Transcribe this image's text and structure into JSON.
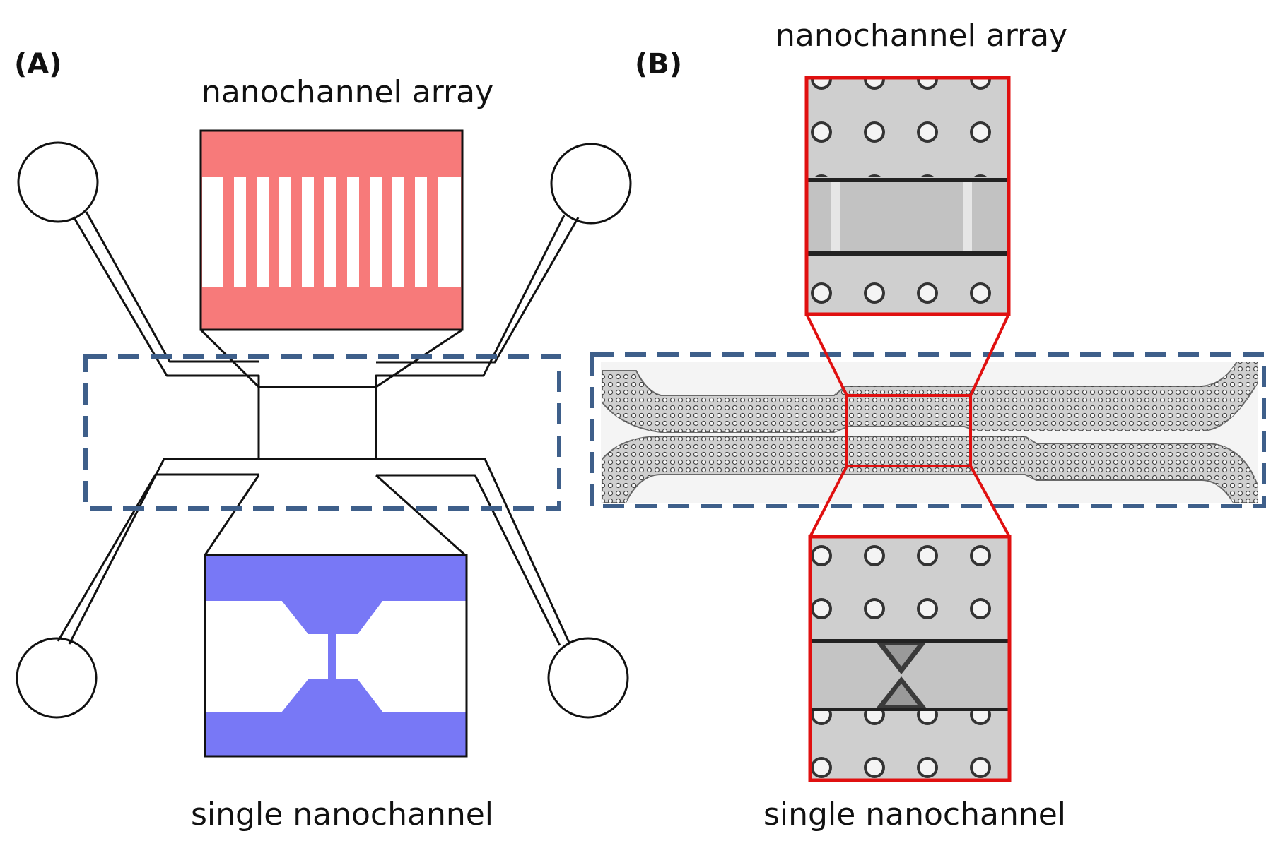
{
  "figure": {
    "panel_a": {
      "label": "(A)",
      "top_caption": "nanochannel array",
      "bottom_caption": "single nanochannel"
    },
    "panel_b": {
      "label": "(B)",
      "top_caption": "nanochannel array",
      "bottom_caption": "single nanochannel"
    },
    "colors": {
      "array_fill": "#f77a7a",
      "single_fill": "#7878f6",
      "dashed_box": "#3e5f8a",
      "zoom_box": "#e01010",
      "outline": "#111111",
      "micrograph_bg": "#d8d8d8"
    }
  }
}
